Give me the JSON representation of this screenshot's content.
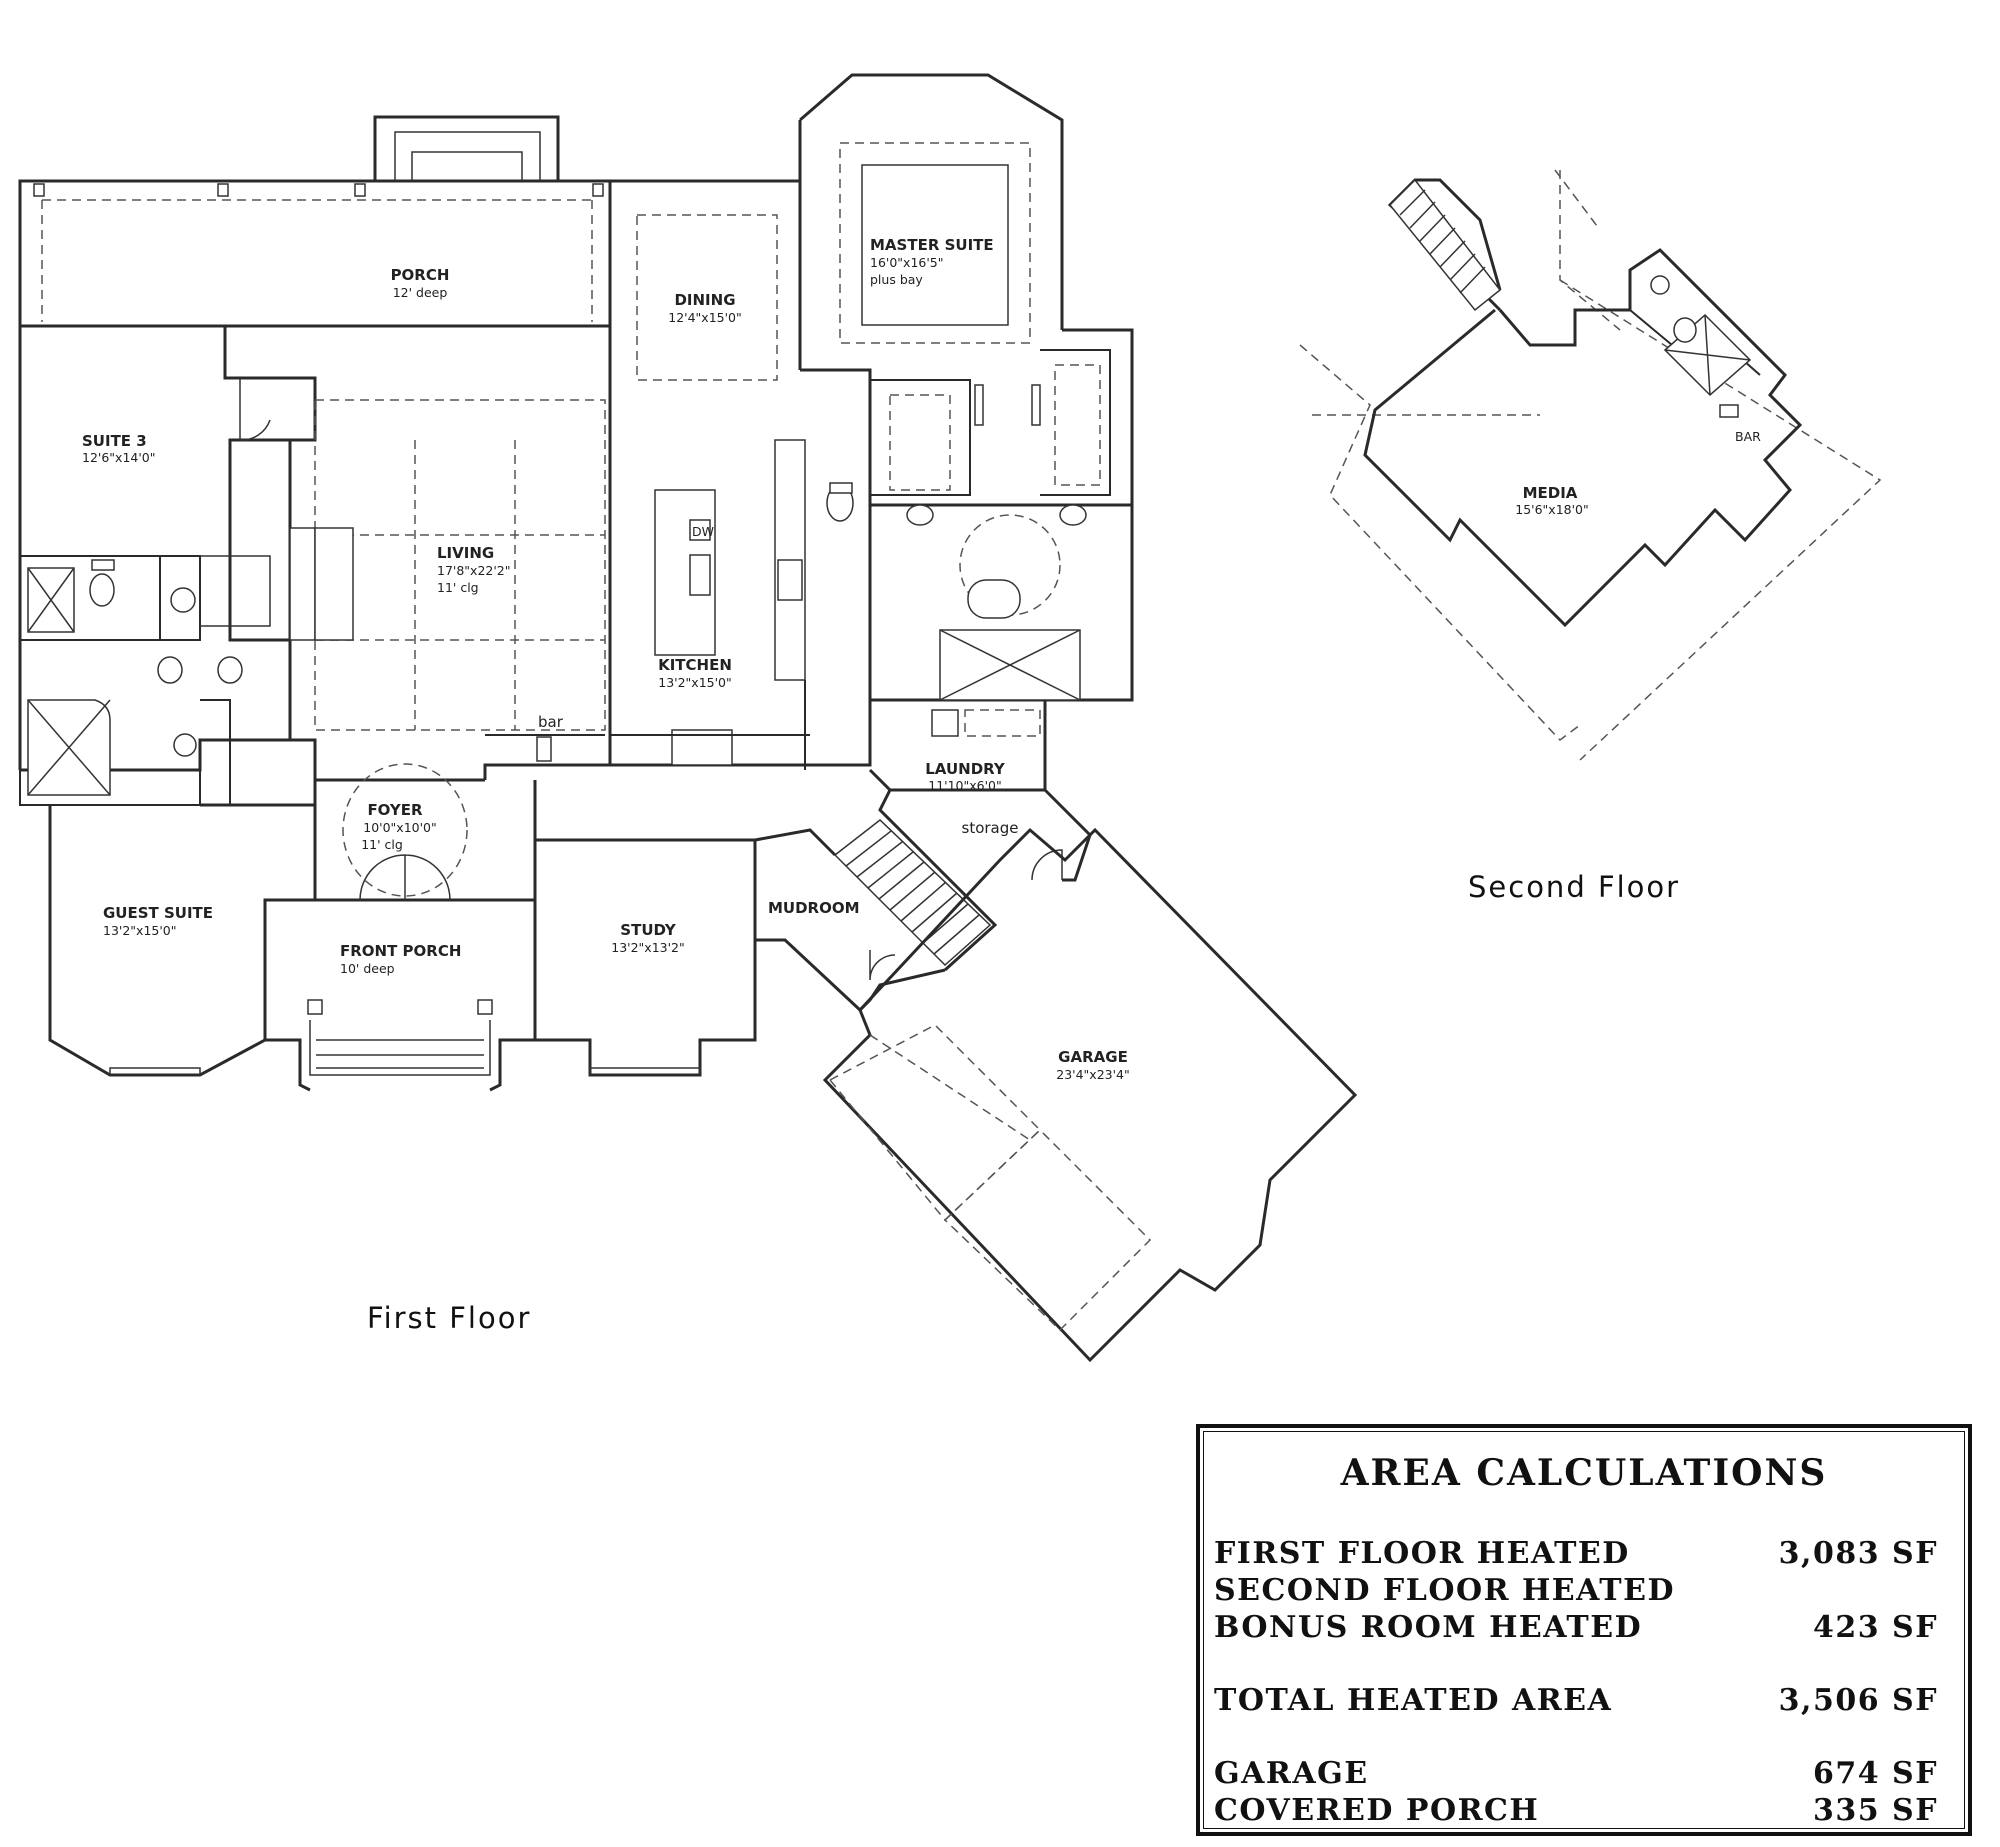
{
  "first_floor": {
    "title": "First Floor",
    "rooms": {
      "porch": {
        "name": "PORCH",
        "dim": "12' deep"
      },
      "dining": {
        "name": "DINING",
        "dim": "12'4\"x15'0\""
      },
      "master": {
        "name": "MASTER SUITE",
        "dim": "16'0\"x16'5\"",
        "note": "plus bay"
      },
      "suite3": {
        "name": "SUITE 3",
        "dim": "12'6\"x14'0\""
      },
      "living": {
        "name": "LIVING",
        "dim": "17'8\"x22'2\"",
        "note": "11' clg"
      },
      "dw": "DW",
      "kitchen": {
        "name": "KITCHEN",
        "dim": "13'2\"x15'0\""
      },
      "bar": "bar",
      "laundry": {
        "name": "LAUNDRY",
        "dim": "11'10\"x6'0\""
      },
      "storage": "storage",
      "foyer": {
        "name": "FOYER",
        "dim": "10'0\"x10'0\"",
        "note": "11' clg"
      },
      "guest": {
        "name": "GUEST SUITE",
        "dim": "13'2\"x15'0\""
      },
      "front_porch": {
        "name": "FRONT PORCH",
        "dim": "10' deep"
      },
      "study": {
        "name": "STUDY",
        "dim": "13'2\"x13'2\""
      },
      "mudroom": {
        "name": "MUDROOM"
      },
      "garage": {
        "name": "GARAGE",
        "dim": "23'4\"x23'4\""
      }
    }
  },
  "second_floor": {
    "title": "Second Floor",
    "rooms": {
      "media": {
        "name": "MEDIA",
        "dim": "15'6\"x18'0\""
      },
      "bar": "BAR"
    }
  },
  "area_calculations": {
    "title": "AREA CALCULATIONS",
    "rows": [
      {
        "label": "FIRST FLOOR HEATED",
        "value": "3,083 SF"
      },
      {
        "label": "SECOND FLOOR HEATED",
        "value": ""
      },
      {
        "label": "BONUS ROOM HEATED",
        "value": "423  SF"
      },
      {
        "label": "TOTAL HEATED AREA",
        "value": "3,506 SF"
      },
      {
        "label": "GARAGE",
        "value": "674  SF"
      },
      {
        "label": "COVERED PORCH",
        "value": "335  SF"
      }
    ]
  }
}
